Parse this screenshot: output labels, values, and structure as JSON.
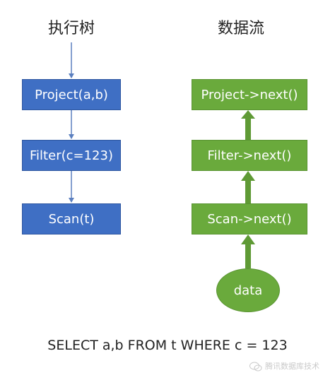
{
  "headings": {
    "tree": "执行树",
    "flow": "数据流"
  },
  "tree_nodes": [
    "Project(a,b)",
    "Filter(c=123)",
    "Scan(t)"
  ],
  "flow_nodes": [
    "Project->next()",
    "Filter->next()",
    "Scan->next()"
  ],
  "source_node": "data",
  "sql": "SELECT a,b FROM t WHERE c = 123",
  "watermark": "腾讯数据库技术",
  "colors": {
    "tree_node": "#3f6fc4",
    "flow_node": "#6aaa3c",
    "arrow_thin": "#5b7fbf",
    "arrow_thick": "#5f9a35"
  }
}
